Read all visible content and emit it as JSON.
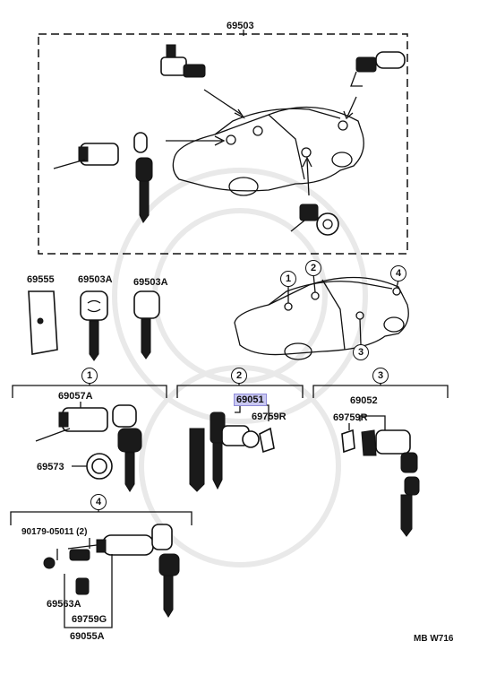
{
  "diagram": {
    "code": "MB W716",
    "assembly_label": "69503",
    "top_parts": [
      {
        "id": "cap",
        "label": "69555"
      },
      {
        "id": "key1",
        "label": "69503A"
      },
      {
        "id": "key2",
        "label": "69503A"
      }
    ],
    "groups": [
      {
        "num": "1",
        "parts": [
          "69057A",
          "69573"
        ]
      },
      {
        "num": "2",
        "parts": [
          "69051",
          "69759R"
        ],
        "highlighted": "69051"
      },
      {
        "num": "3",
        "parts": [
          "69052",
          "69759R"
        ]
      },
      {
        "num": "4",
        "parts": [
          "90179-05011 (2)",
          "69563A",
          "69759G",
          "69055A"
        ]
      }
    ],
    "car_callouts": [
      "1",
      "2",
      "3",
      "4"
    ]
  }
}
